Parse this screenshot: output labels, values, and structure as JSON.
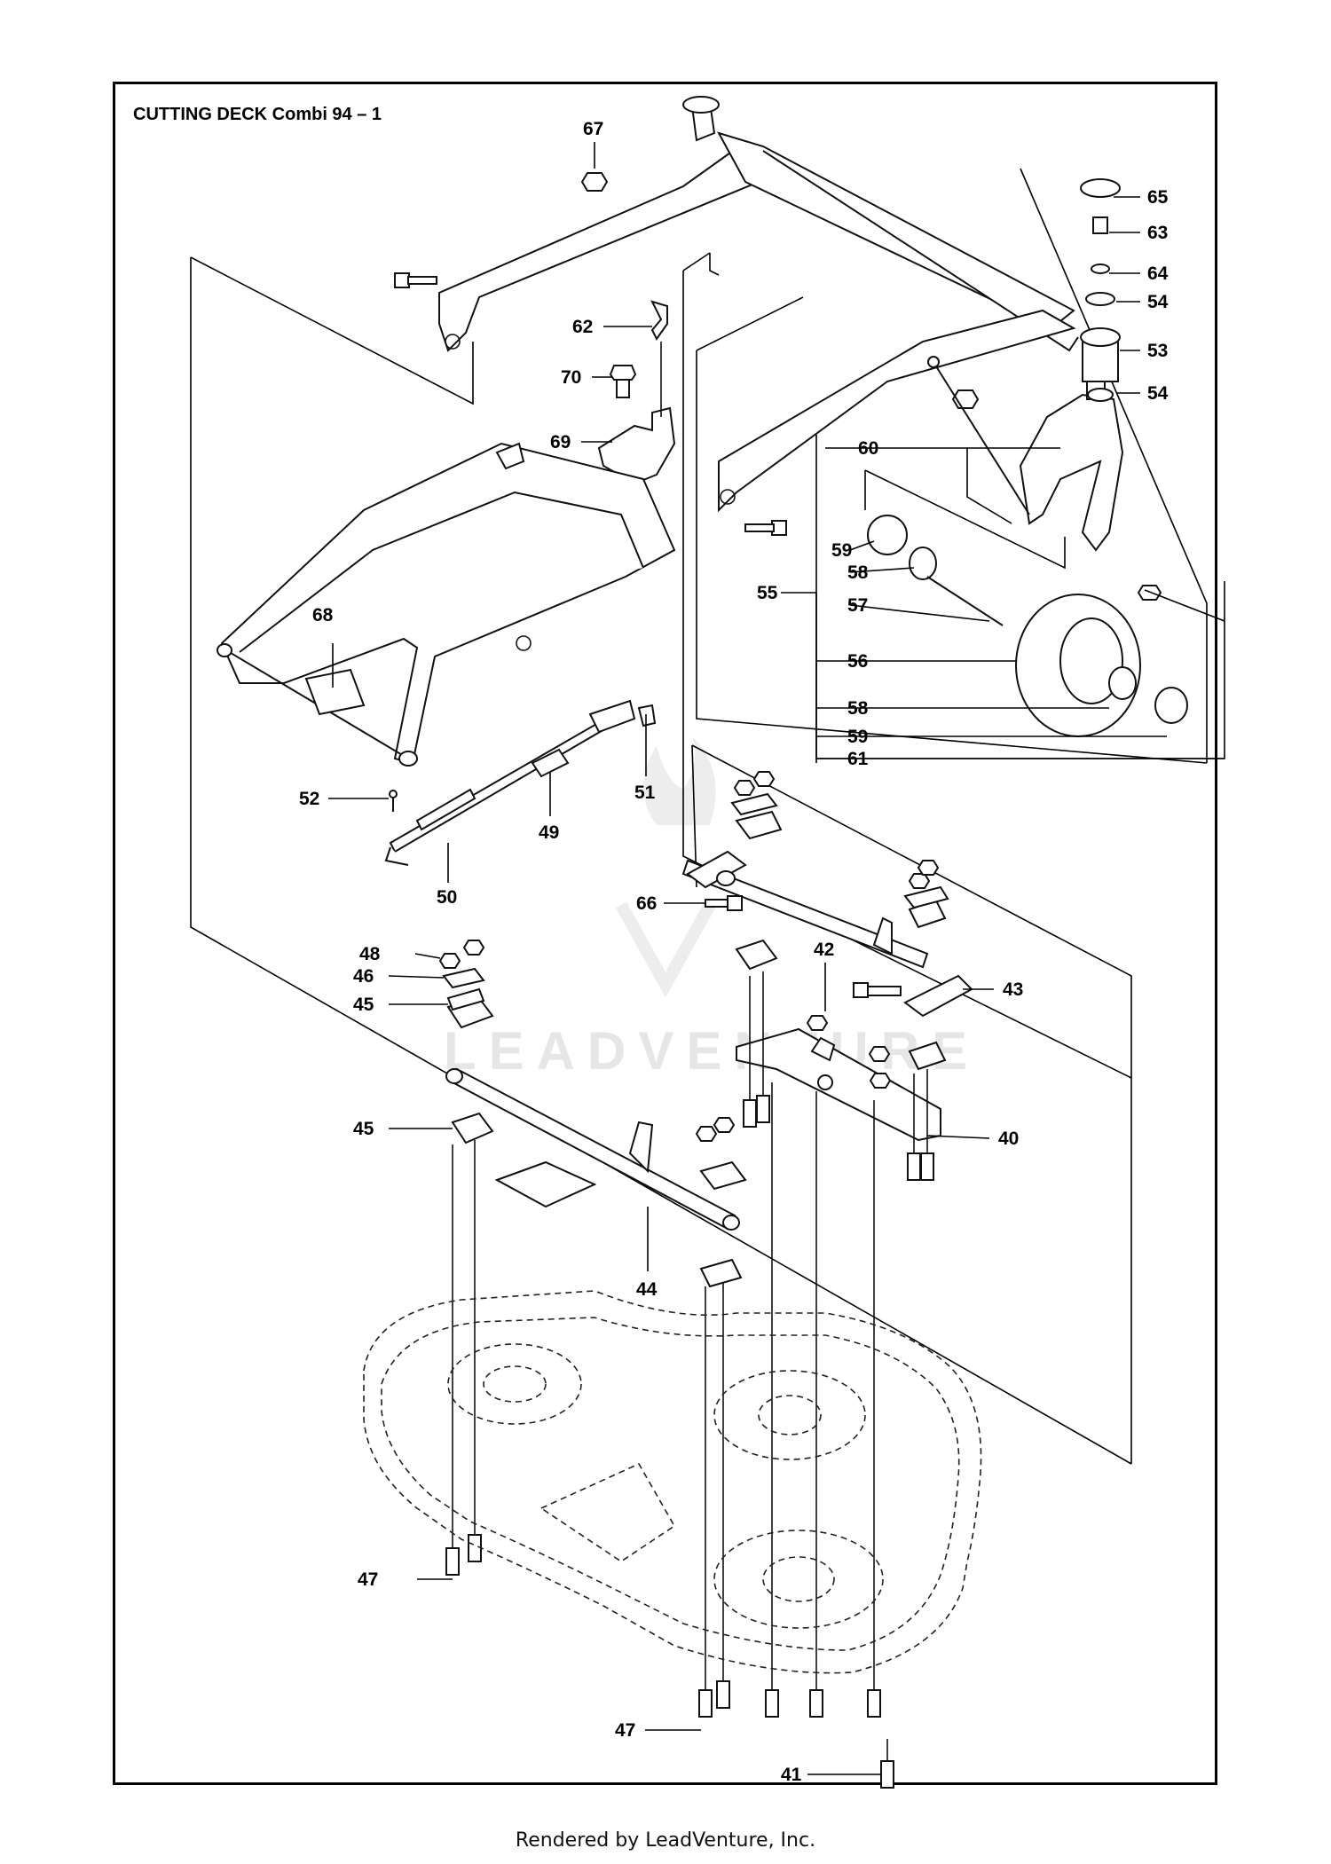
{
  "title": "CUTTING DECK Combi 94 – 1",
  "footer": "Rendered by LeadVenture, Inc.",
  "watermark": "LEADVENTURE",
  "callouts": [
    {
      "id": "67",
      "label": "67"
    },
    {
      "id": "65",
      "label": "65"
    },
    {
      "id": "63",
      "label": "63"
    },
    {
      "id": "64",
      "label": "64"
    },
    {
      "id": "54a",
      "label": "54"
    },
    {
      "id": "53",
      "label": "53"
    },
    {
      "id": "54b",
      "label": "54"
    },
    {
      "id": "62",
      "label": "62"
    },
    {
      "id": "70",
      "label": "70"
    },
    {
      "id": "69",
      "label": "69"
    },
    {
      "id": "60",
      "label": "60"
    },
    {
      "id": "59a",
      "label": "59"
    },
    {
      "id": "58a",
      "label": "58"
    },
    {
      "id": "55",
      "label": "55"
    },
    {
      "id": "57",
      "label": "57"
    },
    {
      "id": "68",
      "label": "68"
    },
    {
      "id": "56",
      "label": "56"
    },
    {
      "id": "58b",
      "label": "58"
    },
    {
      "id": "59b",
      "label": "59"
    },
    {
      "id": "61",
      "label": "61"
    },
    {
      "id": "52",
      "label": "52"
    },
    {
      "id": "51",
      "label": "51"
    },
    {
      "id": "49",
      "label": "49"
    },
    {
      "id": "50",
      "label": "50"
    },
    {
      "id": "66",
      "label": "66"
    },
    {
      "id": "48",
      "label": "48"
    },
    {
      "id": "42",
      "label": "42"
    },
    {
      "id": "46",
      "label": "46"
    },
    {
      "id": "43",
      "label": "43"
    },
    {
      "id": "45a",
      "label": "45"
    },
    {
      "id": "40",
      "label": "40"
    },
    {
      "id": "45b",
      "label": "45"
    },
    {
      "id": "44",
      "label": "44"
    },
    {
      "id": "47a",
      "label": "47"
    },
    {
      "id": "47b",
      "label": "47"
    },
    {
      "id": "41",
      "label": "41"
    }
  ]
}
